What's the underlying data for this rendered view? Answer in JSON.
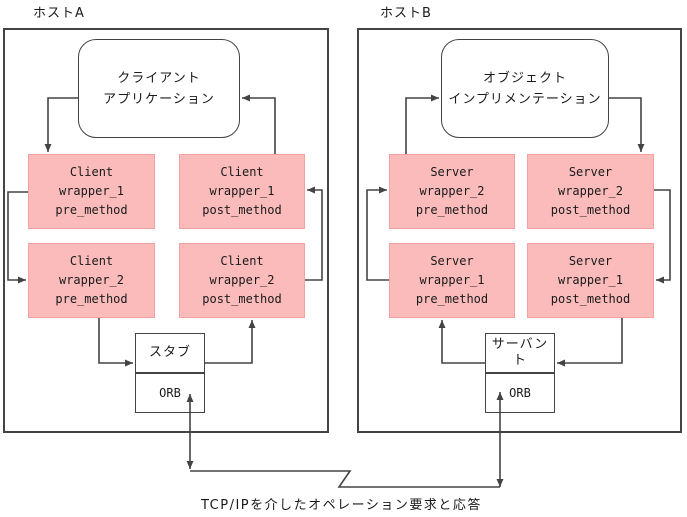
{
  "diagram": {
    "host_a": {
      "title": "ホストA",
      "app_box_label": "クライアント\nアプリケーション",
      "wrappers": [
        {
          "label": "Client\nwrapper_1\npre_method"
        },
        {
          "label": "Client\nwrapper_1\npost_method"
        },
        {
          "label": "Client\nwrapper_2\npre_method"
        },
        {
          "label": "Client\nwrapper_2\npost_method"
        }
      ],
      "stub_label": "スタブ",
      "orb_label": "ORB"
    },
    "host_b": {
      "title": "ホストB",
      "app_box_label": "オブジェクト\nインプリメンテーション",
      "wrappers": [
        {
          "label": "Server\nwrapper_2\npre_method"
        },
        {
          "label": "Server\nwrapper_2\npost_method"
        },
        {
          "label": "Server\nwrapper_1\npre_method"
        },
        {
          "label": "Server\nwrapper_1\npost_method"
        }
      ],
      "servant_label": "サーバン\nト",
      "orb_label": "ORB"
    },
    "caption": "TCP/IPを介したオペレーション要求と応答",
    "colors": {
      "wrapper_fill": "#FBBBBB",
      "wrapper_border": "#F2A0A0",
      "line": "#444444"
    }
  }
}
